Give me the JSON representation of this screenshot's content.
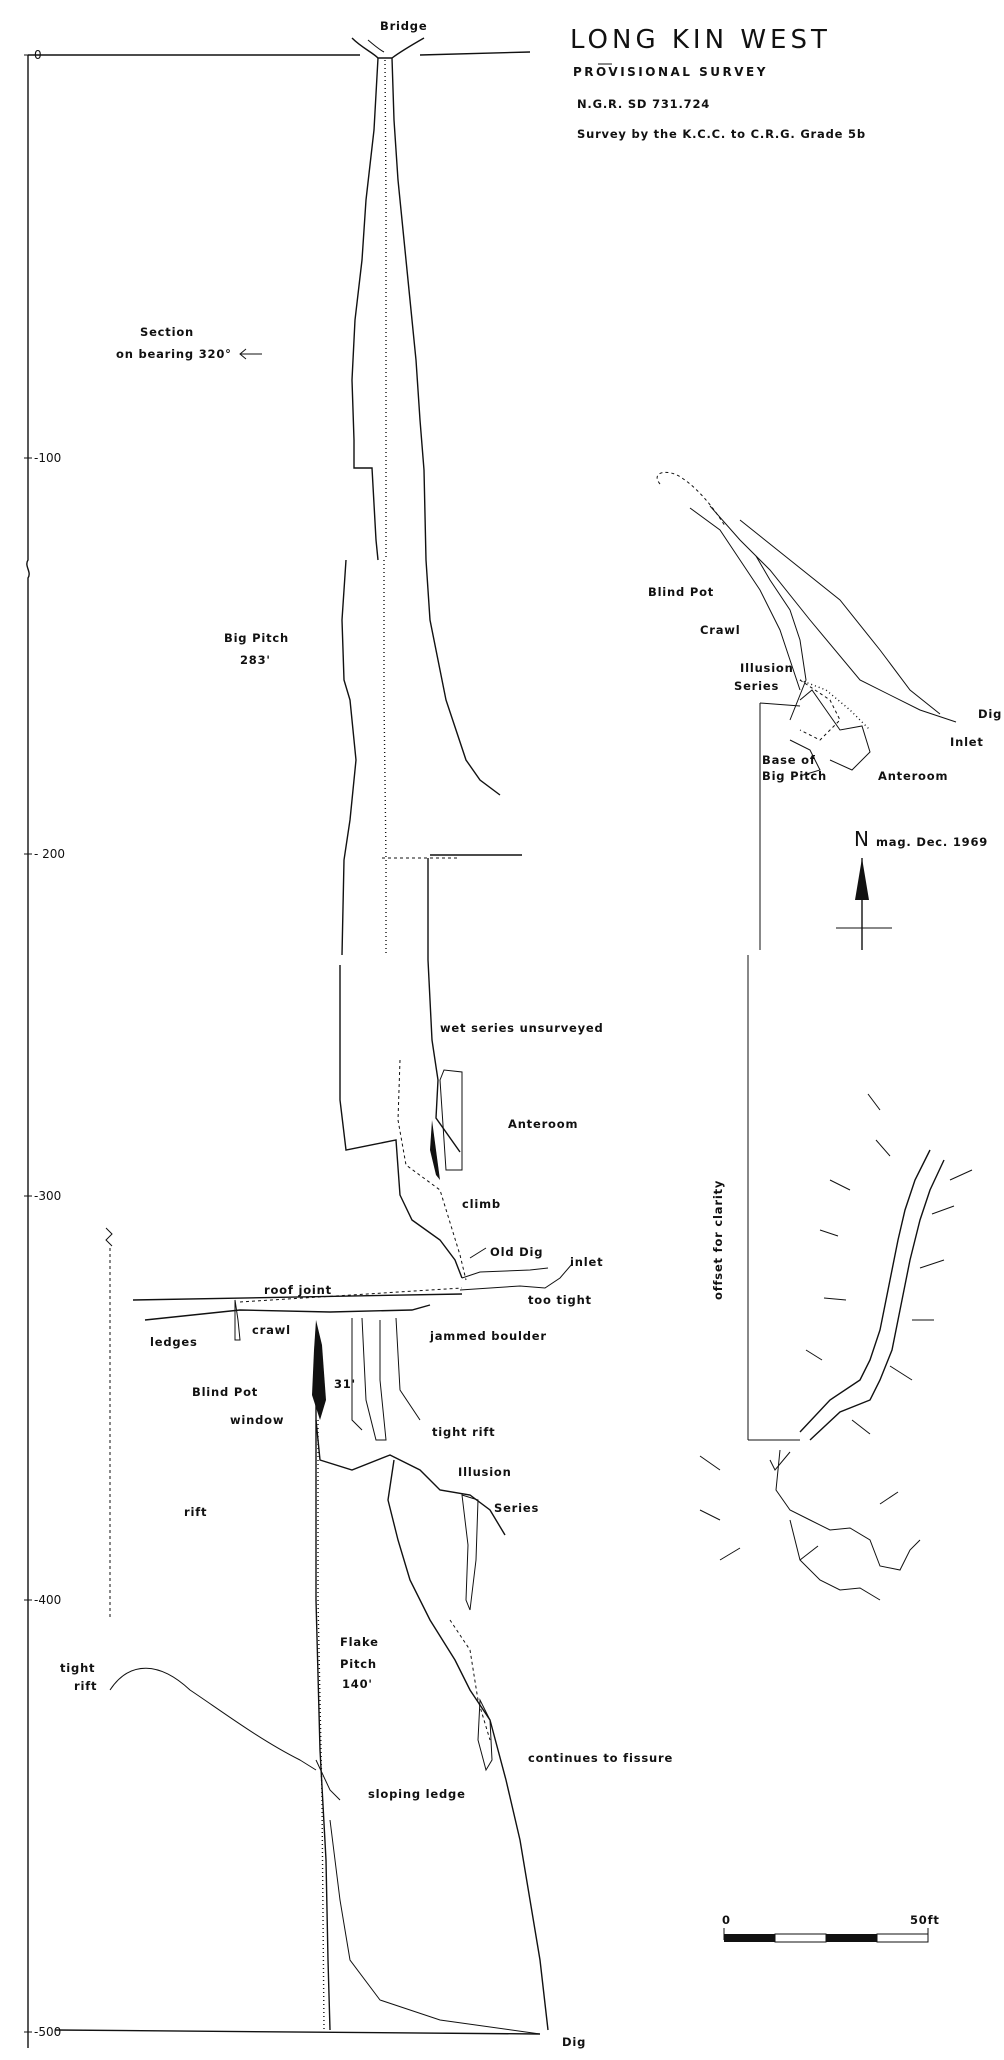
{
  "title": "LONG  KIN  WEST",
  "subtitle": "PROVISIONAL   SURVEY",
  "grid_ref": "N.G.R. SD 731.724",
  "credit": "Survey by the K.C.C. to C.R.G. Grade 5b",
  "section_note": {
    "line1": "Section",
    "line2": "on bearing 320°"
  },
  "depth_scale": {
    "ticks": [
      {
        "label": "0",
        "depth": 0
      },
      {
        "label": "-100",
        "depth": 100
      },
      {
        "label": "- 200",
        "depth": 200
      },
      {
        "label": "-300",
        "depth": 300
      },
      {
        "label": "-400",
        "depth": 400
      },
      {
        "label": "-500",
        "depth": 500
      }
    ]
  },
  "section_labels": {
    "bridge": "Bridge",
    "big_pitch": "Big  Pitch",
    "big_pitch_depth": "283'",
    "wet_series": "wet  series  unsurveyed",
    "anteroom": "Anteroom",
    "climb": "climb",
    "old_dig": "Old  Dig",
    "inlet": "inlet",
    "too_tight": "too  tight",
    "roof_joint": "roof  joint",
    "ledges": "ledges",
    "crawl": "crawl",
    "jammed_boulder": "jammed  boulder",
    "blind_pot": "Blind Pot",
    "window": "window",
    "pitch_31": "31'",
    "tight_rift": "tight  rift",
    "illusion": "Illusion",
    "series": "Series",
    "rift": "rift",
    "tight_rift_left_1": "tight",
    "tight_rift_left_2": "rift",
    "flake_pitch": "Flake",
    "flake_pitch_2": "Pitch",
    "flake_pitch_depth": "140'",
    "continues": "continues  to  fissure",
    "sloping_ledge": "sloping  ledge",
    "dig": "Dig"
  },
  "plan_labels": {
    "blind_pot": "Blind Pot",
    "crawl": "Crawl",
    "illusion": "Illusion",
    "series": "Series",
    "dig": "Dig",
    "inlet": "Inlet",
    "base_of": "Base of",
    "big_pitch": "Big Pitch",
    "anteroom": "Anteroom",
    "offset": "offset  for  clarity"
  },
  "north": {
    "letter": "N",
    "note": "mag. Dec. 1969"
  },
  "scale_bar": {
    "start": "0",
    "end": "50ft"
  }
}
